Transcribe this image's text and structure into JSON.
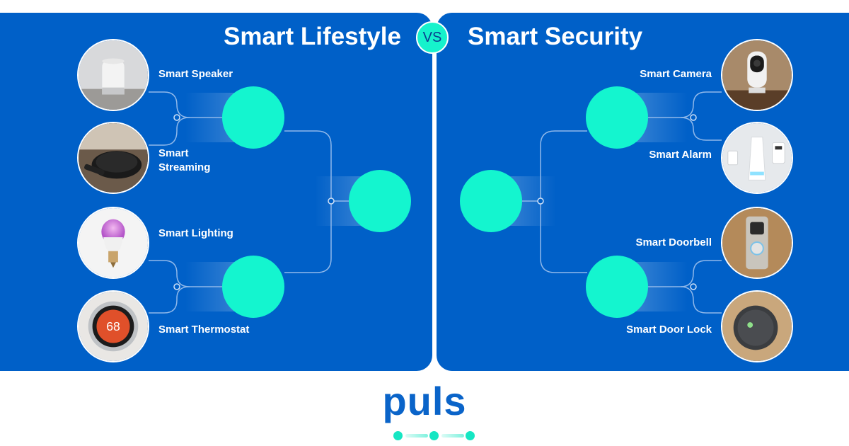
{
  "left": {
    "title": "Smart Lifestyle",
    "items": [
      {
        "label": "Smart Speaker",
        "icon": "smart-speaker-photo"
      },
      {
        "label": "Smart Streaming",
        "icon": "streaming-device-photo"
      },
      {
        "label": "Smart Lighting",
        "icon": "smart-bulb-photo"
      },
      {
        "label": "Smart Thermostat",
        "icon": "thermostat-photo",
        "display": "68"
      }
    ]
  },
  "vs": "VS",
  "right": {
    "title": "Smart Security",
    "items": [
      {
        "label": "Smart Camera",
        "icon": "security-camera-photo"
      },
      {
        "label": "Smart Alarm",
        "icon": "alarm-sensor-photo"
      },
      {
        "label": "Smart Doorbell",
        "icon": "video-doorbell-photo"
      },
      {
        "label": "Smart Door Lock",
        "icon": "smart-lock-photo"
      }
    ]
  },
  "brand": {
    "name": "puls"
  },
  "colors": {
    "panel": "#0060c8",
    "node": "#14f5cf",
    "brand": "#0a64c9",
    "text": "#ffffff"
  }
}
